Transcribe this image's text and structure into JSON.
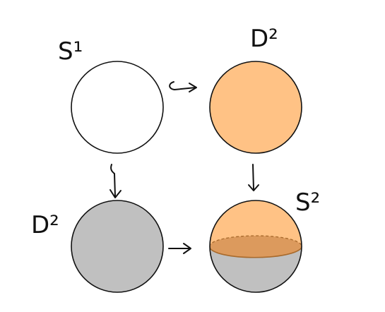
{
  "labels": {
    "top_left": "S¹",
    "top_right": "D²",
    "bottom_left": "D²",
    "bottom_right": "S²"
  },
  "colors": {
    "outline": "#111111",
    "empty_fill": "#ffffff",
    "orange_fill": "#ffc285",
    "orange_dark": "#dc9a5d",
    "gray_fill": "#c0c0c0",
    "seam": "#a86a2c"
  },
  "arrows": [
    {
      "from": "top_left",
      "to": "top_right",
      "direction": "right"
    },
    {
      "from": "top_left",
      "to": "bottom_left",
      "direction": "down"
    },
    {
      "from": "top_right",
      "to": "bottom_right",
      "direction": "down"
    },
    {
      "from": "bottom_left",
      "to": "bottom_right",
      "direction": "right"
    }
  ]
}
